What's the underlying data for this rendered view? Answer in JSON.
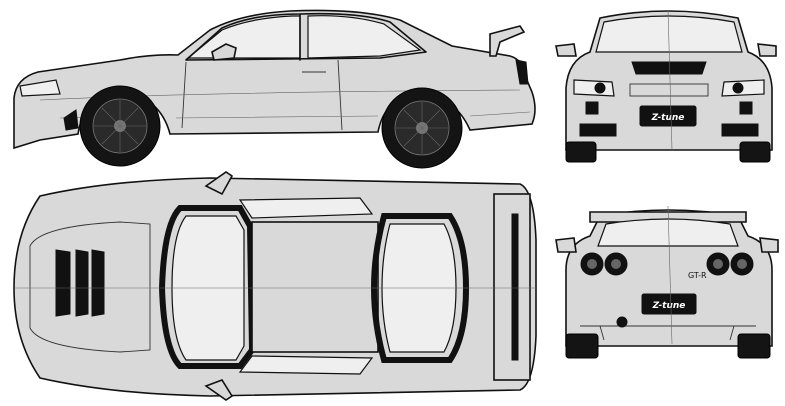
{
  "views": {
    "front": {
      "plate_text": "Z-tune"
    },
    "rear": {
      "plate_text": "Z-tune",
      "badge_text": "GT-R"
    }
  },
  "colors": {
    "body": "#d9d9d9",
    "outline": "#111111",
    "glass": "#efefef",
    "tire": "#141414"
  }
}
